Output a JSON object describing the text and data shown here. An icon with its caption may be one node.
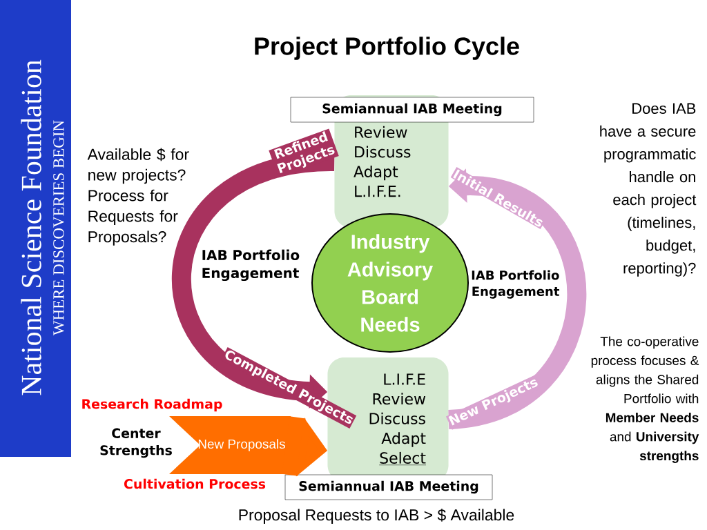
{
  "diagram": {
    "title": "Project Portfolio Cycle",
    "nodes": [
      {
        "text": [
          "Review",
          "Discuss",
          "Adapt",
          "L.I.F.E."
        ]
      },
      {
        "text": [
          "L.I.F.E",
          "Review",
          "Discuss",
          "Adapt",
          "Select"
        ]
      },
      {
        "text": [
          "Industry Advisory Board Needs"
        ]
      },
      {
        "text": [
          "Semiannual IAB Meeting"
        ]
      },
      {
        "text": [
          "Semiannual IAB Meeting"
        ]
      },
      {
        "text": [
          "New Proposals"
        ]
      }
    ],
    "edges": [
      {
        "from": 0,
        "to": 1,
        "arrow": "to",
        "label": "Completed Projects",
        "color": "#a8325e"
      },
      {
        "from": 1,
        "to": 0,
        "arrow": "to",
        "label": "Initial Results",
        "color": "#d9a3d0"
      },
      {
        "from": 5,
        "to": 1,
        "arrow": "to",
        "style": "thick",
        "color": "#ff6e00"
      }
    ],
    "labels": [
      "National Science Foundation",
      "WHERE DISCOVERIES BEGIN",
      "Available $ for new projects? Process for Requests for Proposals?",
      "Refined Projects",
      "IAB Portfolio Engagement",
      "IAB Portfolio Engagement",
      "Does IAB have a secure programmatic handle on each project (timelines, budget, reporting)?",
      "New Projects",
      "Research Roadmap",
      "Center Strengths",
      "Cultivation Process",
      "Proposal Requests to IAB > $ Available",
      "The co-operative process focuses & aligns the Shared Portfolio with **Member Needs** and **University strengths**"
    ]
  }
}
